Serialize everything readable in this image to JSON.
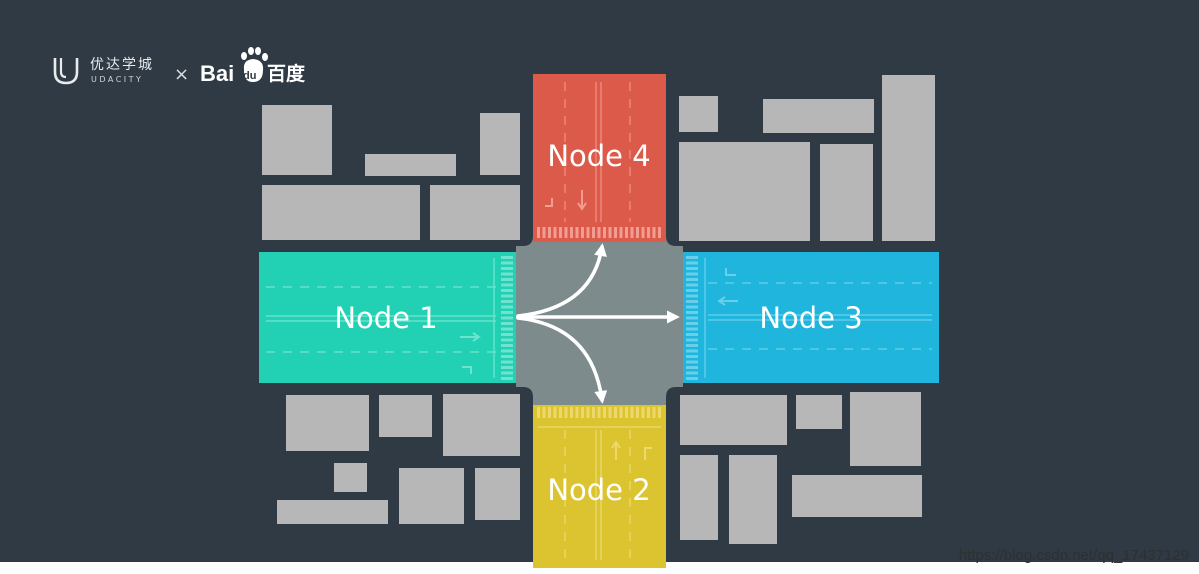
{
  "logo": {
    "udacity_cn": "优达学城",
    "udacity_en": "UDACITY",
    "separator": "×",
    "baidu_en": "Bai",
    "baidu_du": "du",
    "baidu_cn": "百度"
  },
  "nodes": {
    "node1": "Node 1",
    "node2": "Node 2",
    "node3": "Node 3",
    "node4": "Node 4"
  },
  "colors": {
    "background": "#2f3a45",
    "intersection": "#7d8b8d",
    "building": "#b7b7b7",
    "node1": "#22d1b3",
    "node2": "#dcc430",
    "node3": "#1fb5dd",
    "node4": "#dc5a4a",
    "route_arrow": "#ffffff"
  },
  "routes": [
    "Node 1 → Node 4",
    "Node 1 → Node 3",
    "Node 1 → Node 2"
  ],
  "watermark": "https://blog.csdn.net/qq_17437129"
}
